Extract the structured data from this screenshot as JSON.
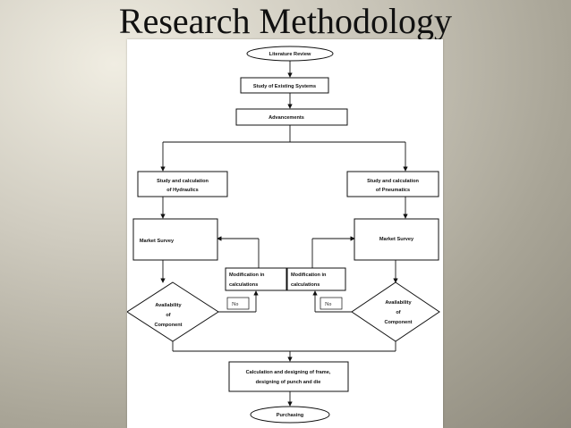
{
  "title": "Research Methodology",
  "nodes": {
    "literature_review": "Literature Review",
    "existing_systems": "Study of Existing Systems",
    "advancements": "Advancements",
    "hydraulics_1": "Study and calculation",
    "hydraulics_2": "of Hydraulics",
    "pneumatics_1": "Study and calculation",
    "pneumatics_2": "of Pneumatics",
    "market_survey_left": "Market Survey",
    "market_survey_right": "Market Survey",
    "modification_left_1": "Modification in",
    "modification_left_2": "calculations",
    "modification_right_1": "Modification in",
    "modification_right_2": "calculations",
    "availability_left_1": "Availability",
    "availability_left_2": "of",
    "availability_left_3": "Component",
    "availability_right_1": "Availability",
    "availability_right_2": "of",
    "availability_right_3": "Component",
    "no_left": "No",
    "no_right": "No",
    "calculation_1": "Calculation and designing of frame,",
    "calculation_2": "designing of punch and die",
    "purchasing": "Purchasing"
  }
}
